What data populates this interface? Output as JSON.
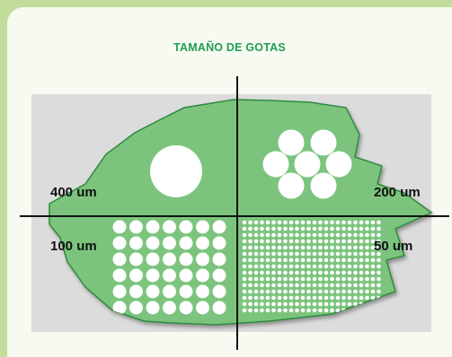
{
  "title": "TAMAÑO DE GOTAS",
  "labels": {
    "top_left": "400 um",
    "top_right": "200 um",
    "bottom_left": "100 um",
    "bottom_right": "50 um"
  },
  "colors": {
    "page_background": "#c2dc9a",
    "card": "#f6faf0",
    "title": "#1f9e55",
    "panel": "#dcdcdc",
    "leaf_fill": "#7cc47e",
    "leaf_outline": "#2f8a3e",
    "drops": "#ffffff",
    "axes": "#111111"
  },
  "icons": {
    "leaf": "leaf-icon"
  }
}
